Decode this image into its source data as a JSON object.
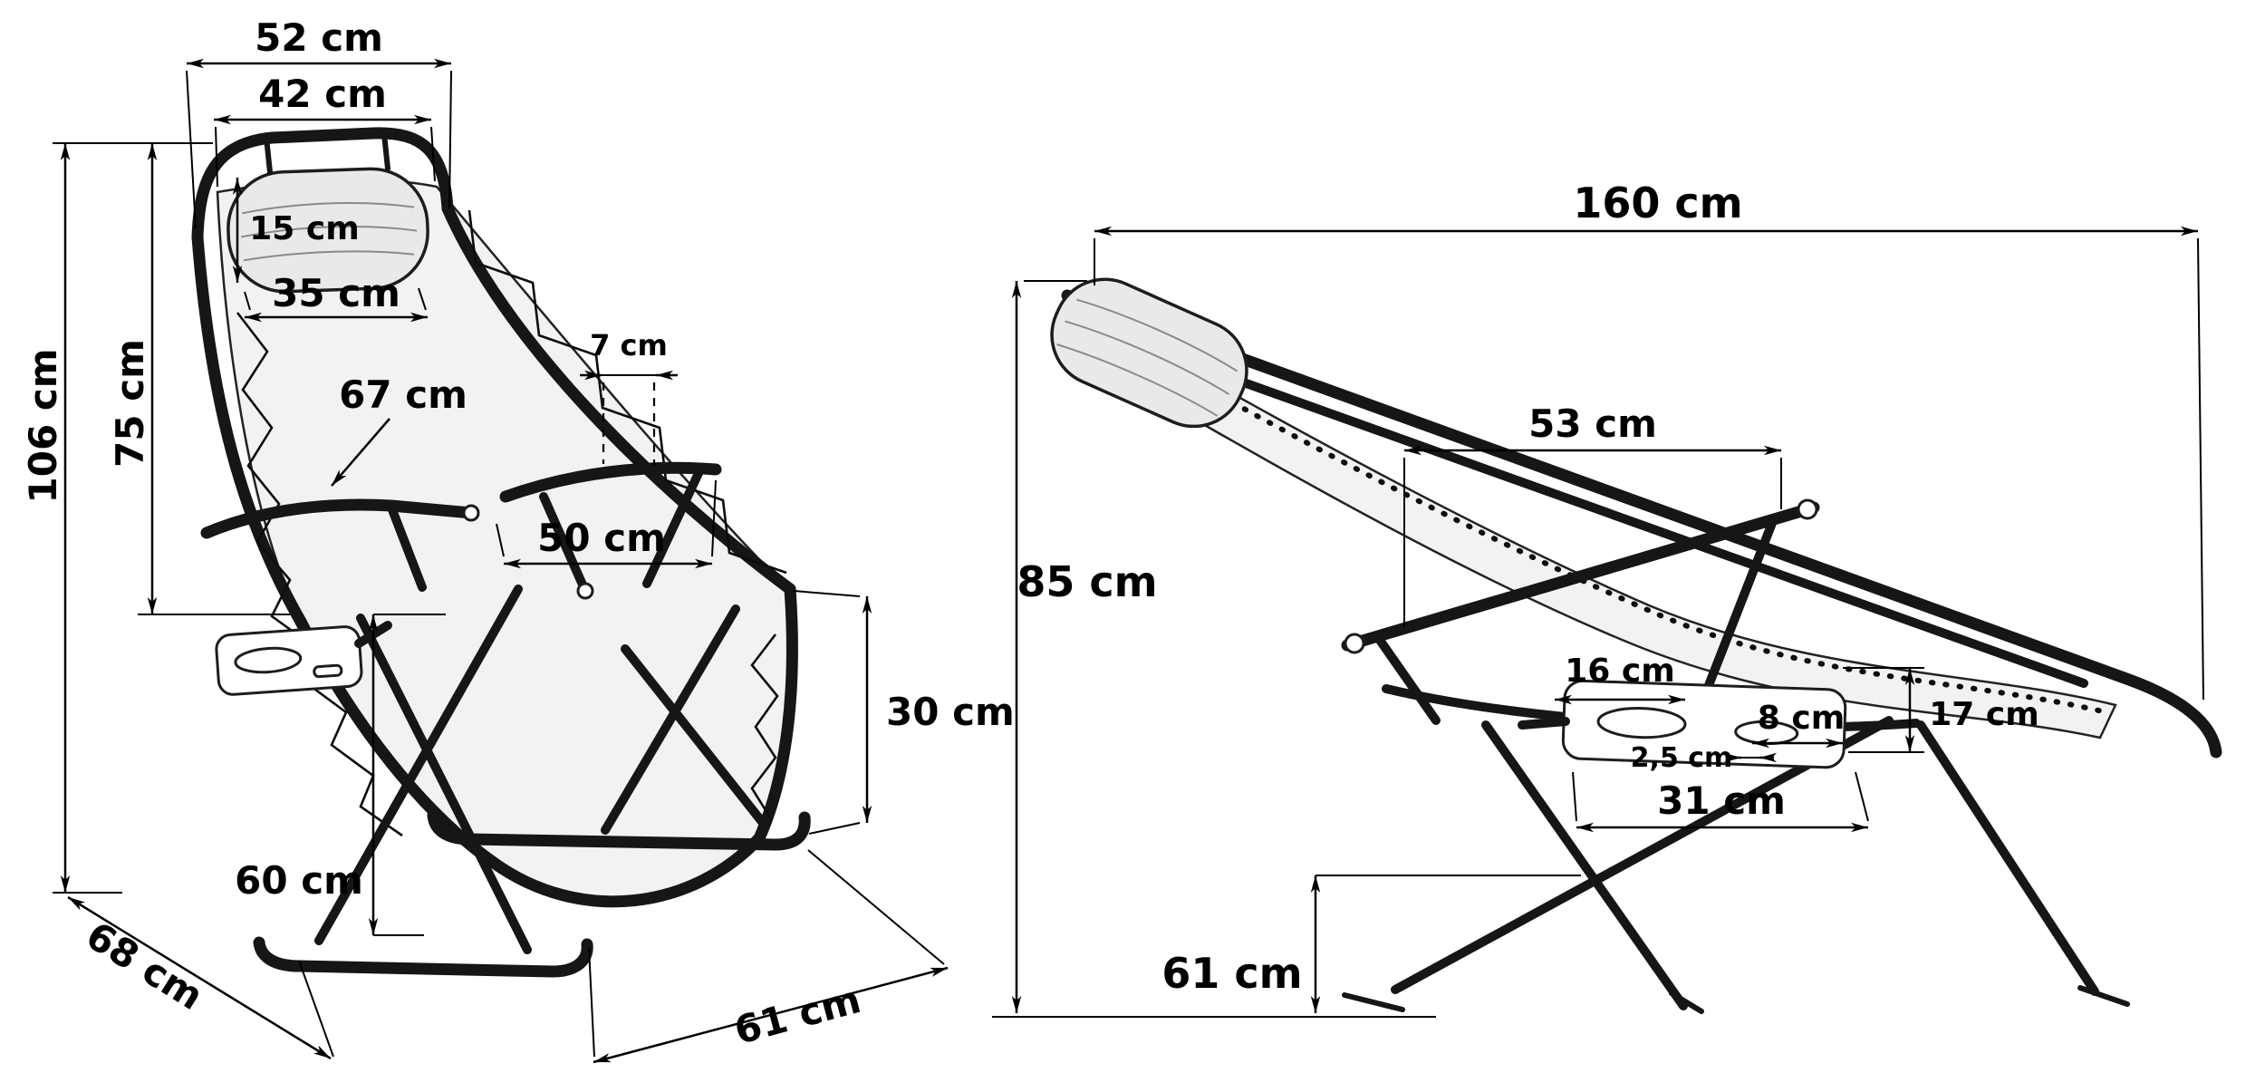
{
  "diagram": {
    "unit": "cm",
    "front_view": {
      "frame_top_width": "52 cm",
      "fabric_top_width": "42 cm",
      "headrest_height": "15 cm",
      "headrest_width": "35 cm",
      "overall_height": "106 cm",
      "backrest_height": "75 cm",
      "seat_diagonal_width": "67 cm",
      "armrest_tube_gap": "7 cm",
      "armrest_span": "50 cm",
      "seat_to_base_height": "30 cm",
      "front_frame_height": "60 cm",
      "base_depth": "68 cm",
      "base_width": "61 cm"
    },
    "side_view": {
      "overall_length": "160 cm",
      "seat_length": "53 cm",
      "overall_height": "85 cm",
      "tray_front_length": "16 cm",
      "cup_hole_width": "8 cm",
      "tray_rim_width": "2,5 cm",
      "tray_height": "17 cm",
      "tray_length": "31 cm",
      "pivot_height": "61 cm"
    }
  }
}
